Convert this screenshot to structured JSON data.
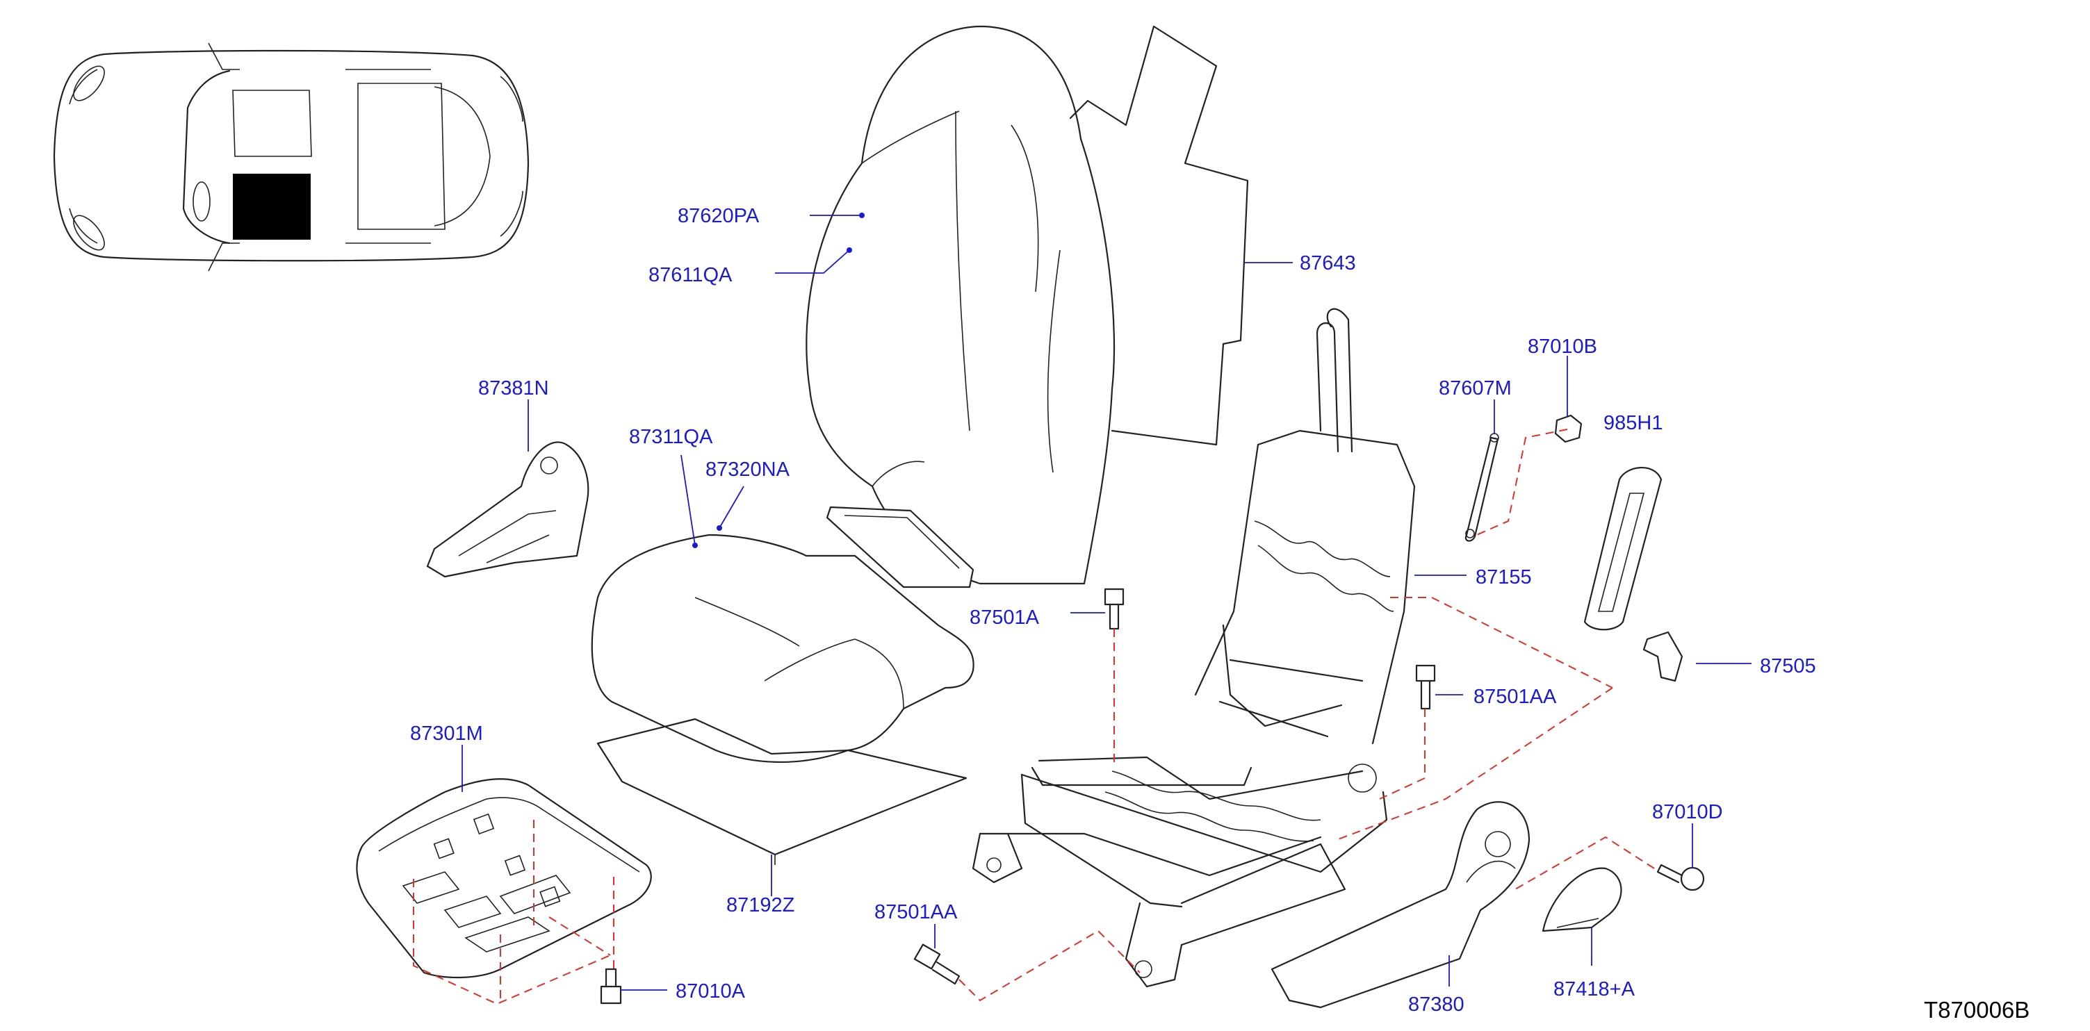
{
  "diagram_code": "T870006B",
  "labels": {
    "p87620PA": "87620PA",
    "p87611QA": "87611QA",
    "p87643": "87643",
    "p87381N": "87381N",
    "p87311QA": "87311QA",
    "p87320NA": "87320NA",
    "p87010B": "87010B",
    "p87607M": "87607M",
    "p985H1": "985H1",
    "p87155": "87155",
    "p87501A": "87501A",
    "p87505": "87505",
    "p87501AA_top": "87501AA",
    "p87301M": "87301M",
    "p87192Z": "87192Z",
    "p87010D": "87010D",
    "p87501AA_bottom": "87501AA",
    "p87010A": "87010A",
    "p87380": "87380",
    "p87418A": "87418+A"
  },
  "colors": {
    "label": "#1a1ad1",
    "line": "#222222",
    "dashed": "#e0302a",
    "locator_fill": "#000000"
  }
}
